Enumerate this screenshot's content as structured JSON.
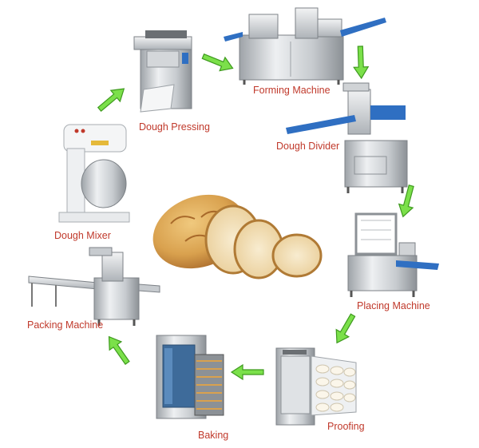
{
  "labels": {
    "dough_pressing": "Dough Pressing",
    "forming_machine": "Forming Machine",
    "dough_divider": "Dough Divider",
    "placing_machine": "Placing Machine",
    "proofing": "Proofing",
    "baking": "Baking",
    "packing_machine": "Packing Machine",
    "dough_mixer": "Dough Mixer"
  },
  "colors": {
    "label_text": "#c0392b",
    "arrow_fill": "#7be04a",
    "arrow_stroke": "#3f9a1f",
    "steel_light": "#e6e8ea",
    "steel_mid": "#b9bdc1",
    "steel_dark": "#7d8287",
    "belt_blue": "#2f6fc2",
    "bread_crust": "#d9a14e",
    "bread_crumb": "#f1dfb8"
  },
  "icons": {
    "flow_arrow": "flow-arrow-icon",
    "bread": "bread-loaf-icon"
  }
}
